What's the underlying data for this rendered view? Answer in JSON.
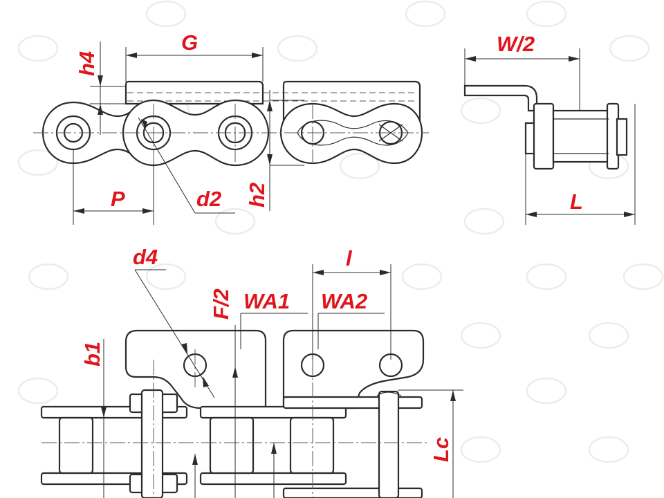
{
  "labels": {
    "g": "G",
    "h4": "h4",
    "p": "P",
    "d2": "d2",
    "h2": "h2",
    "w_half": "W/2",
    "l": "L",
    "d4": "d4",
    "l_small": "l",
    "f_half": "F/2",
    "wa1": "WA1",
    "wa2": "WA2",
    "b1": "b1",
    "lc": "Lc"
  },
  "colors": {
    "label": "#e0141b",
    "line": "#2b2b2b",
    "watermark": "#ececec"
  }
}
